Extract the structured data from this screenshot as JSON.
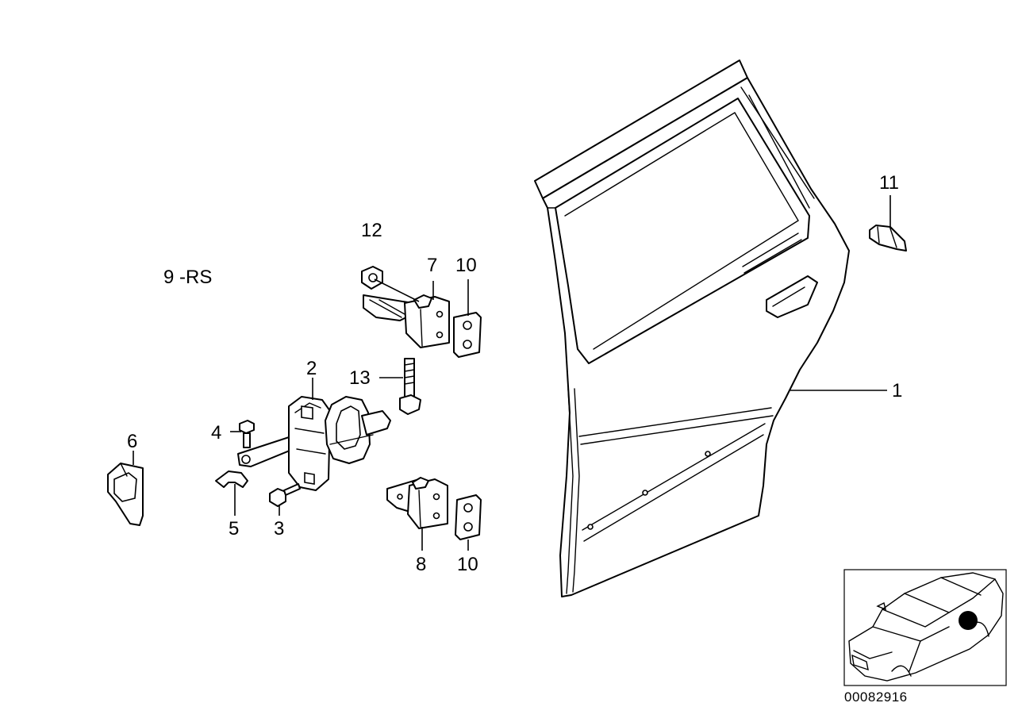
{
  "callouts": {
    "c1": "1",
    "c2": "2",
    "c3": "3",
    "c4": "4",
    "c5": "5",
    "c6": "6",
    "c7": "7",
    "c8": "8",
    "c9": "9 -RS",
    "c10a": "10",
    "c10b": "10",
    "c11": "11",
    "c12": "12",
    "c13": "13"
  },
  "inset": {
    "doc_number": "00082916",
    "highlight_color": "#000000"
  }
}
